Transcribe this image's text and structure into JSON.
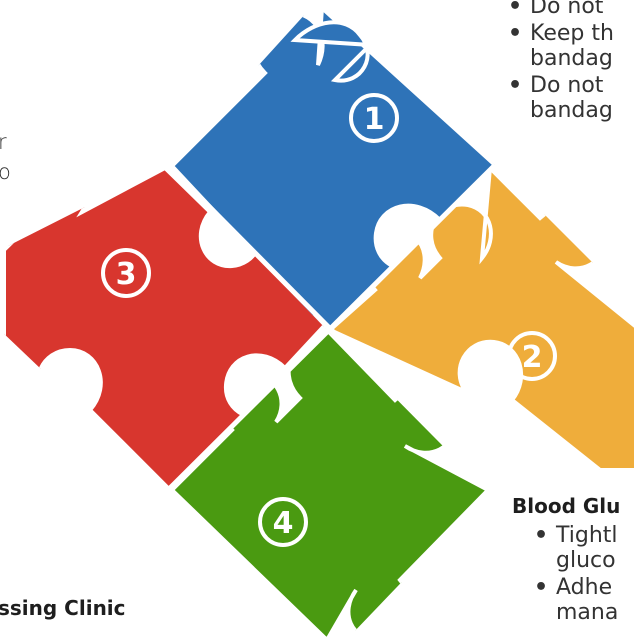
{
  "top_right_list": {
    "items": [
      {
        "lines": [
          "Do not"
        ]
      },
      {
        "lines": [
          "Keep th",
          "bandag"
        ]
      },
      {
        "lines": [
          "Do not",
          "bandag"
        ]
      }
    ]
  },
  "left_fragment": {
    "line1": "r",
    "line2": "o"
  },
  "blood_glucose": {
    "heading": "Blood Glu",
    "items": [
      {
        "lines": [
          "Tightl",
          "gluco"
        ]
      },
      {
        "lines": [
          "Adhe",
          "mana"
        ]
      }
    ]
  },
  "bottom_left": {
    "heading": "ssing Clinic"
  },
  "puzzle": {
    "pieces": [
      {
        "number": "1",
        "color": "#2e73b8"
      },
      {
        "number": "2",
        "color": "#efad3b"
      },
      {
        "number": "3",
        "color": "#d8362e"
      },
      {
        "number": "4",
        "color": "#4a9a11"
      }
    ]
  }
}
